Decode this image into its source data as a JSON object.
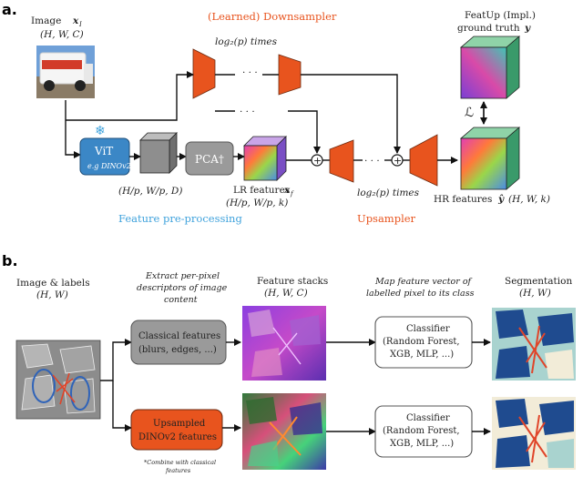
{
  "panel_a": {
    "label": "a.",
    "image_label": "Image x̀",
    "image_title": "Image",
    "image_var": "x",
    "image_sub": "I",
    "image_dims": "(H, W, C)",
    "downsampler_title": "(Learned) Downsampler",
    "downsampler_times": "log₂(p) times",
    "vit_label": "ViT",
    "vit_sub": "e.g DINOv2",
    "vit_dims": "(H/p, W/p, D)",
    "pca_label": "PCA†",
    "lr_title": "LR features",
    "lr_var": "x",
    "lr_sub": "f",
    "lr_dims": "(H/p, W/p, k)",
    "preproc_label": "Feature pre-processing",
    "upsampler_times": "log₂(p) times",
    "upsampler_label": "Upsampler",
    "featup_title_1": "FeatUp (Impl.)",
    "featup_title_2": "ground truth",
    "featup_var": "y",
    "loss_symbol": "ℒ",
    "hr_title": "HR features",
    "hr_var": "ŷ",
    "hr_dims": "(H, W, k)",
    "ellipsis": "· · ·",
    "plus": "+",
    "snowflake": "❄"
  },
  "panel_b": {
    "label": "b.",
    "image_labels_title": "Image & labels",
    "image_labels_dims": "(H, W)",
    "extract_line1": "Extract per-pixel",
    "extract_line2": "descriptors of image",
    "extract_line3": "content",
    "stacks_title": "Feature stacks",
    "stacks_dims": "(H, W, C)",
    "map_line1": "Map feature vector of",
    "map_line2": "labelled pixel to its class",
    "seg_title": "Segmentation",
    "seg_dims": "(H, W)",
    "classical_line1": "Classical features",
    "classical_line2": "(blurs, edges, ...)",
    "upsampled_line1": "Upsampled",
    "upsampled_line2": "DINOv2 features",
    "note_line1": "*Combine with classical",
    "note_line2": "features",
    "classifier_line1": "Classifier",
    "classifier_line2": "(Random Forest,",
    "classifier_line3": "XGB, MLP, ...)"
  },
  "colors": {
    "orange": "#e8541e",
    "blue_box": "#3b87c6",
    "gray_box": "#9a9a9a",
    "seg_navy": "#1f4b8f",
    "seg_cream": "#f2ecd8",
    "seg_red": "#e0452a",
    "seg_teal": "#a9d3cf"
  }
}
